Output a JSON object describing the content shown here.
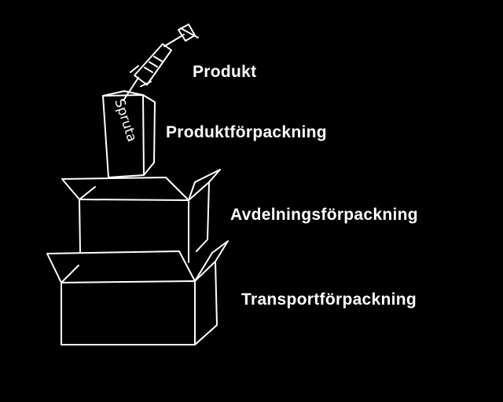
{
  "labels": {
    "product": "Produkt",
    "product_packaging": "Produktförpackning",
    "department_packaging": "Avdelningsförpackning",
    "transport_packaging": "Transportförpackning"
  },
  "box_handwriting": "Spruta",
  "colors": {
    "background": "#000000",
    "foreground": "#ffffff"
  }
}
